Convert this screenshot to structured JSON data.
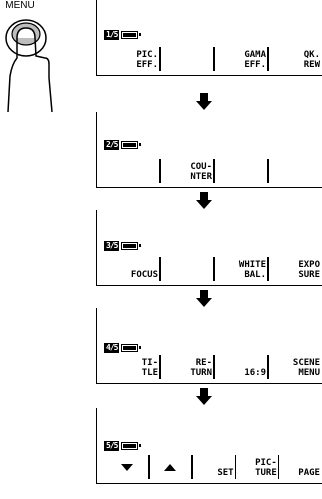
{
  "menu_label": "MENU",
  "screens": [
    {
      "page": "1/5",
      "keys": [
        "PIC.\nEFF.",
        "",
        "GAMA\nEFF.",
        "QK.\nREW"
      ]
    },
    {
      "page": "2/5",
      "keys": [
        "",
        "COU-\nNTER",
        "",
        ""
      ]
    },
    {
      "page": "3/5",
      "keys": [
        "FOCUS",
        "",
        "WHITE\nBAL.",
        "EXPO\nSURE"
      ]
    },
    {
      "page": "4/5",
      "keys": [
        "TI-\nTLE",
        "RE-\nTURN",
        "16:9",
        "SCENE\nMENU"
      ]
    },
    {
      "page": "5/5",
      "keys": [
        "▼",
        "▲",
        "SET",
        "PIC-\nTURE",
        "PAGE"
      ]
    }
  ],
  "icons": {
    "battery": "battery-icon",
    "arrow": "down-arrow-icon",
    "finger": "finger-press-icon"
  }
}
